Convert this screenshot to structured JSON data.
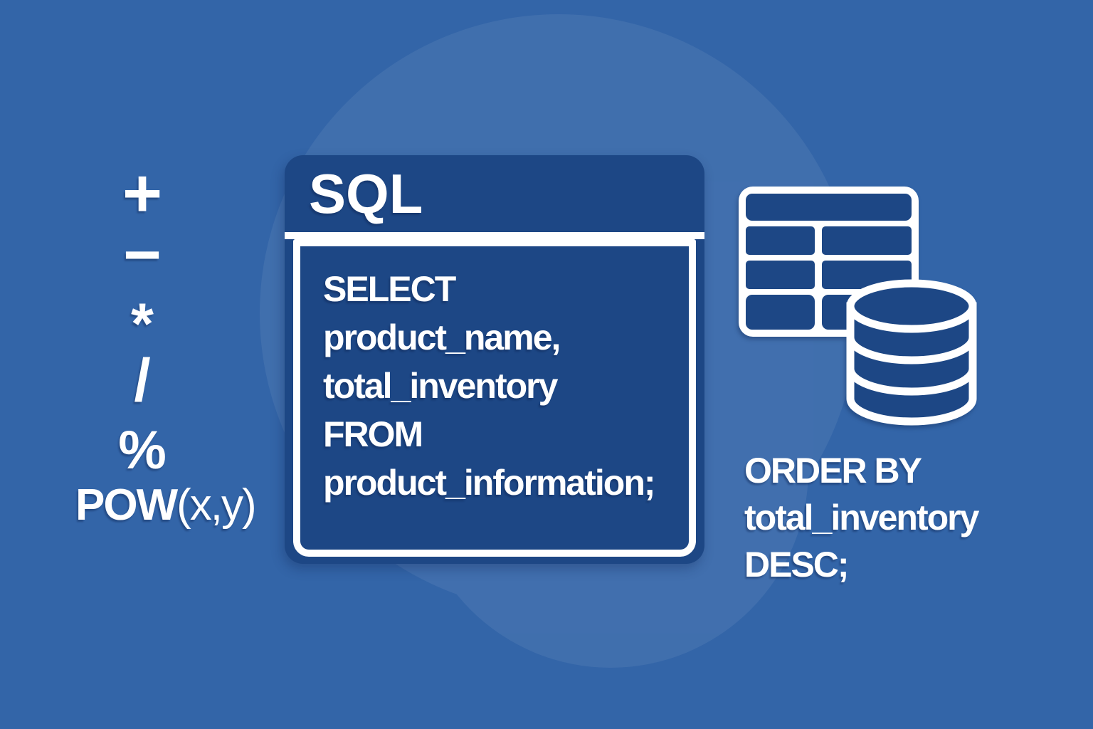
{
  "colors": {
    "background": "#3365a8",
    "background_highlight": "#3f6fb0",
    "panel": "#1d4785",
    "text": "#ffffff"
  },
  "operators": {
    "items": [
      "+",
      "−",
      "*",
      "/",
      "%"
    ],
    "pow": {
      "name": "POW",
      "args": "(x,y)"
    }
  },
  "sql_card": {
    "title": "SQL",
    "code_lines": [
      "SELECT",
      "product_name,",
      "total_inventory",
      "FROM",
      "product_information;"
    ]
  },
  "order_clause": {
    "lines": [
      "ORDER BY",
      "total_inventory",
      "DESC;"
    ]
  },
  "icons": {
    "table_icon": "table-grid",
    "database_icon": "database-cylinder"
  }
}
